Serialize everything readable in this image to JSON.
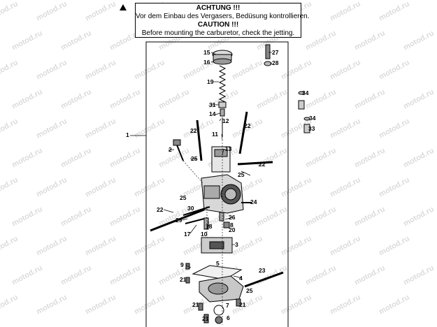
{
  "warning": {
    "title_de": "ACHTUNG !!!",
    "text_de": "Vor dem Einbau des Vergasers, Bedüsung kontrollieren.",
    "title_en": "CAUTION !!!",
    "text_en": "Before mounting the carburetor, check the jetting."
  },
  "watermark_text": "motod.ru",
  "callouts": [
    "15",
    "16",
    "19",
    "27",
    "28",
    "31",
    "14",
    "12",
    "11",
    "13",
    "22",
    "22",
    "1",
    "2",
    "25",
    "25",
    "22",
    "34",
    "34",
    "33",
    "22",
    "25",
    "30",
    "24",
    "29",
    "26",
    "8",
    "17",
    "18",
    "20",
    "10",
    "3",
    "9",
    "5",
    "21",
    "4",
    "23",
    "25",
    "7",
    "21",
    "21",
    "6",
    "21"
  ]
}
